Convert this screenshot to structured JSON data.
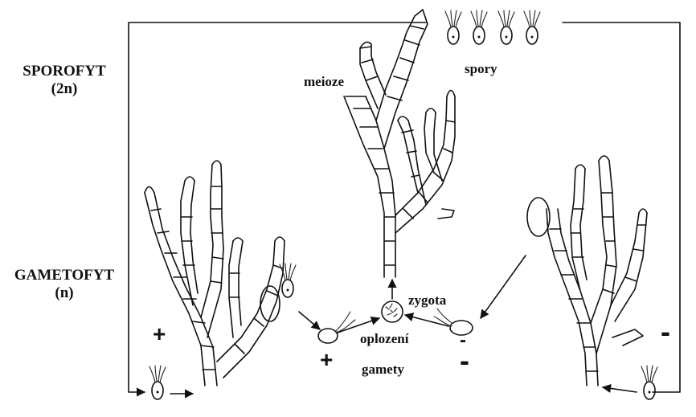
{
  "labels": {
    "sporofyt": "SPOROFYT",
    "sporofyt_ploidy": "(2n)",
    "gametofyt": "GAMETOFYT",
    "gametofyt_ploidy": "(n)",
    "meioze": "meioze",
    "spory": "spory",
    "zygota": "zygota",
    "oplozeni": "oplození",
    "gamety": "gamety"
  },
  "signs": {
    "plus_left": "+",
    "plus_center": "+",
    "minus_center": "-",
    "minus_center_lower": "-",
    "minus_right": "-"
  },
  "colors": {
    "ink": "#111111",
    "background": "#ffffff"
  }
}
